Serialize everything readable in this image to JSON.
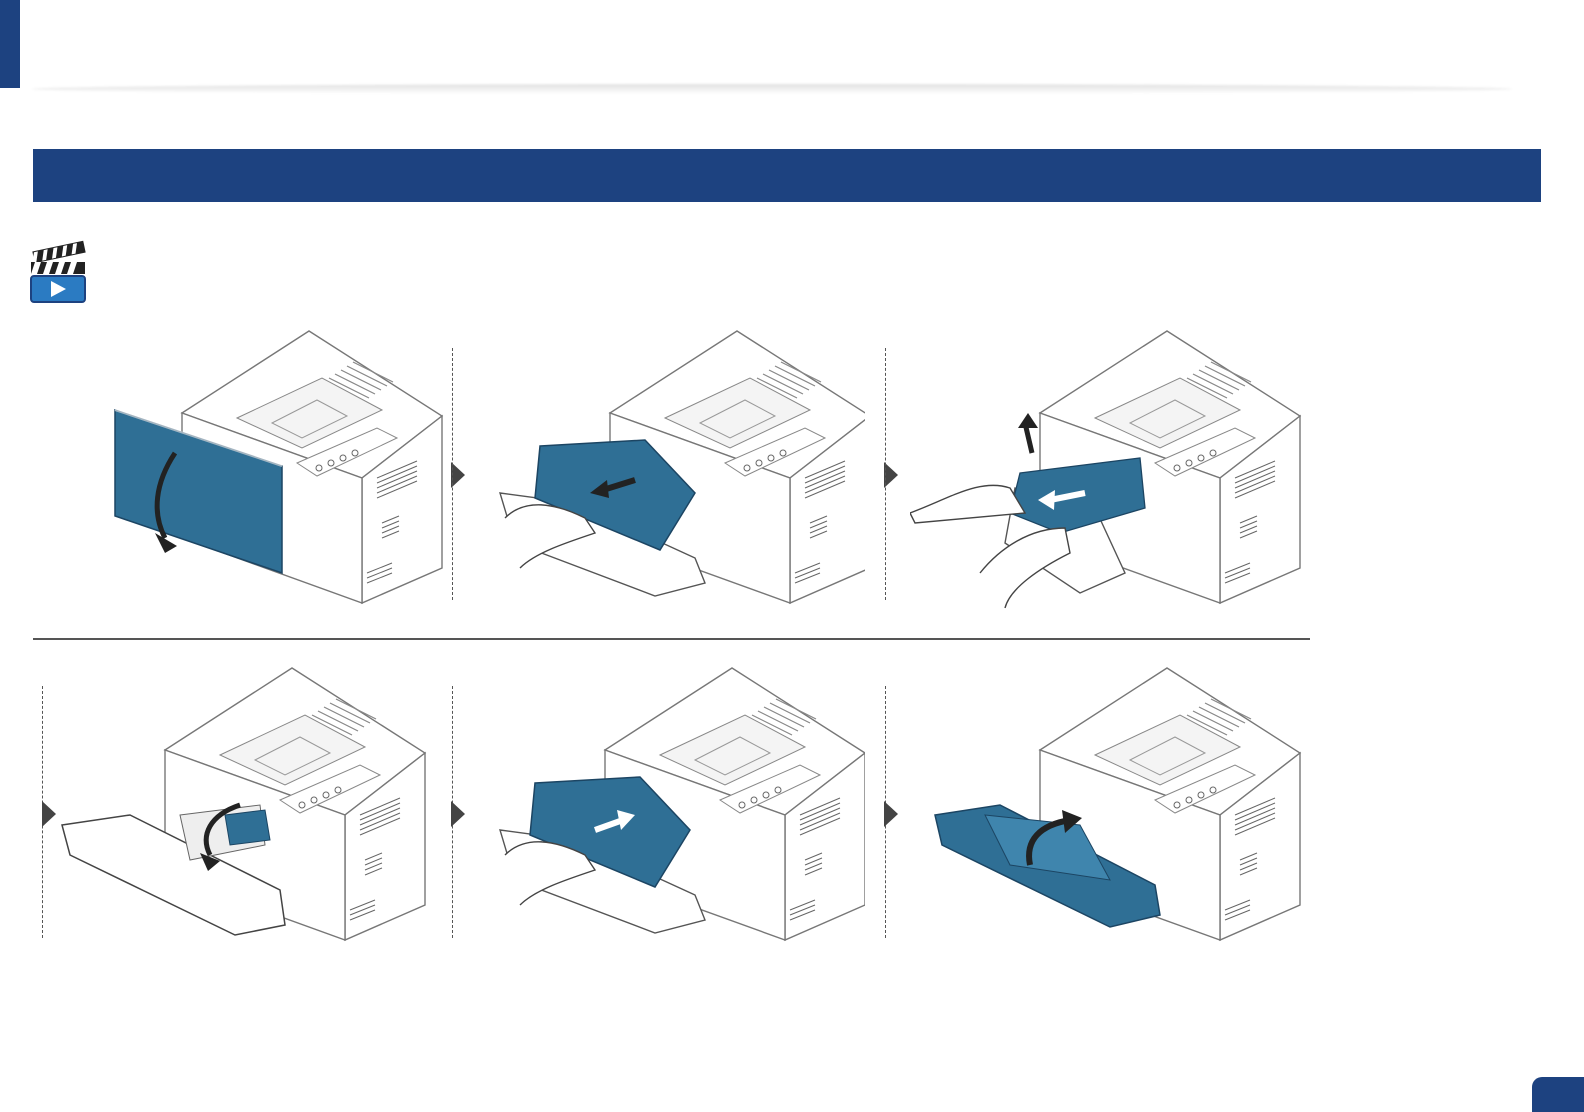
{
  "header": {
    "accent_color": "#1d4280"
  },
  "section": {
    "title": ""
  },
  "video_link": {
    "icon": "video-play-icon"
  },
  "steps": [
    {
      "id": 1,
      "action": "open-front-cover-icon"
    },
    {
      "id": 2,
      "action": "remove-toner-cartridge-icon"
    },
    {
      "id": 3,
      "action": "pull-jammed-paper-icon"
    },
    {
      "id": 4,
      "action": "lift-guide-icon"
    },
    {
      "id": 5,
      "action": "insert-toner-cartridge-icon"
    },
    {
      "id": 6,
      "action": "close-front-cover-icon"
    }
  ],
  "footer": {
    "page_number": ""
  },
  "colors": {
    "accent": "#1d4280",
    "illustration_blue": "#2f6f95",
    "line": "#555555"
  }
}
